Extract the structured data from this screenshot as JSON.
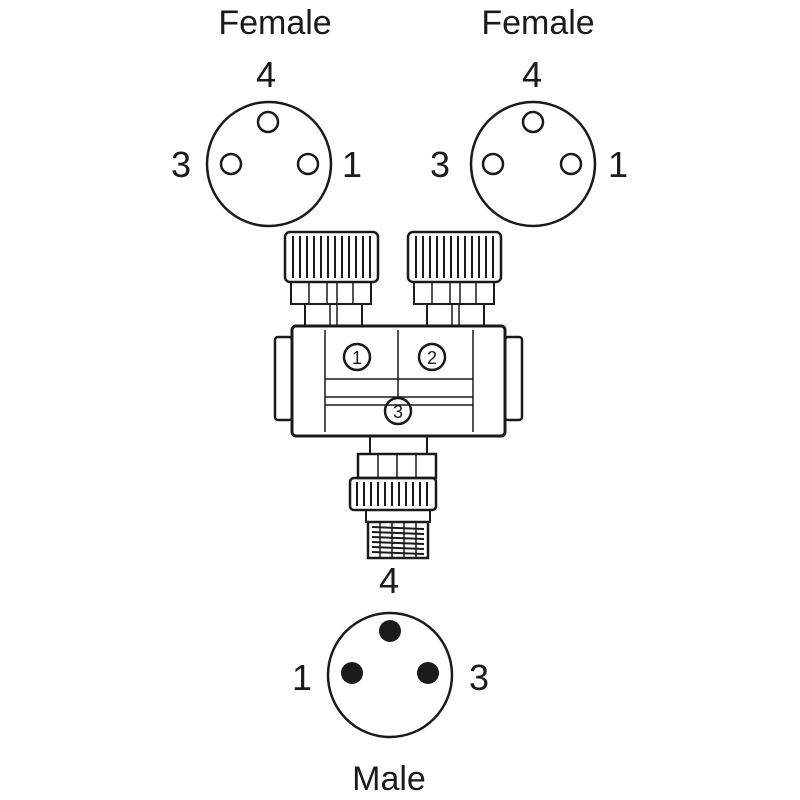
{
  "connectors": {
    "top_left": {
      "label": "Female",
      "pins": {
        "top": "4",
        "left": "3",
        "right": "1"
      }
    },
    "top_right": {
      "label": "Female",
      "pins": {
        "top": "4",
        "left": "3",
        "right": "1"
      }
    },
    "bottom": {
      "label": "Male",
      "pins": {
        "top": "4",
        "left": "1",
        "right": "3"
      }
    }
  },
  "splitter_body": {
    "pin_markers": [
      "1",
      "2",
      "3"
    ]
  }
}
